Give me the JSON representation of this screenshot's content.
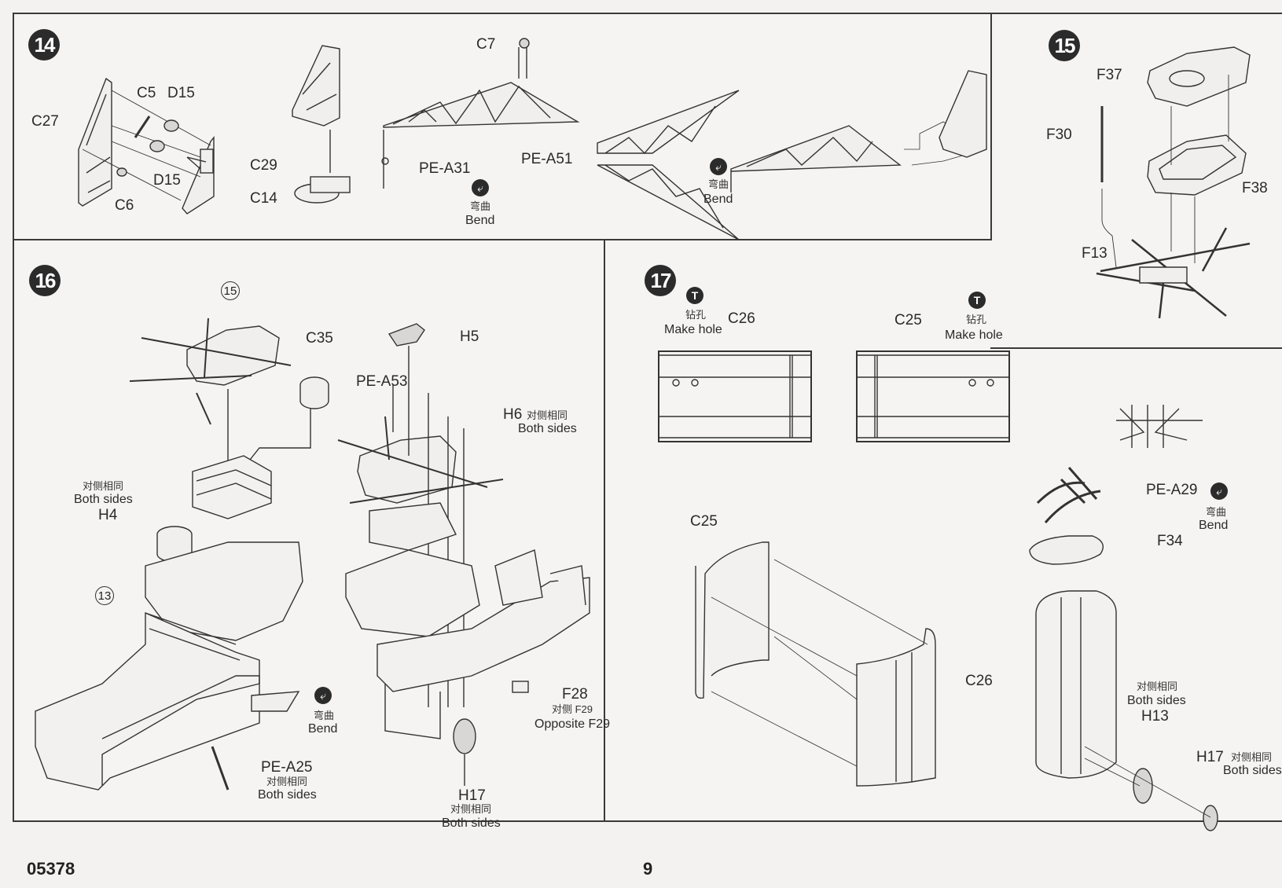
{
  "page": {
    "product_code": "05378",
    "page_number": "9"
  },
  "steps": [
    {
      "number": "14",
      "labels": {
        "c27": "C27",
        "c5": "C5",
        "d15_top": "D15",
        "d15_bottom": "D15",
        "c6": "C6",
        "c29": "C29",
        "c14": "C14",
        "c7": "C7",
        "pe_a31": "PE-A31",
        "pe_a51": "PE-A51"
      },
      "notes": [
        {
          "icon": "bend-icon",
          "cn": "弯曲",
          "en": "Bend"
        },
        {
          "icon": "bend-icon",
          "cn": "弯曲",
          "en": "Bend"
        }
      ]
    },
    {
      "number": "15",
      "labels": {
        "f37": "F37",
        "f30": "F30",
        "f38": "F38",
        "f13": "F13"
      }
    },
    {
      "number": "16",
      "refs": {
        "ref_15": "15",
        "ref_13": "13"
      },
      "labels": {
        "c35": "C35",
        "h4": "H4",
        "h5": "H5",
        "pe_a53": "PE-A53",
        "h6": "H6",
        "f28": "F28",
        "pe_a25": "PE-A25",
        "h17": "H17"
      },
      "notes": {
        "h4_cn": "对侧相同",
        "h4_en": "Both sides",
        "h6_cn": "对侧相同",
        "h6_en": "Both sides",
        "f28_cn": "对侧 F29",
        "f28_en": "Opposite F29",
        "bend_cn": "弯曲",
        "bend_en": "Bend",
        "pe_a25_cn": "对侧相同",
        "pe_a25_en": "Both sides",
        "h17_cn": "对侧相同",
        "h17_en": "Both sides"
      }
    },
    {
      "number": "17",
      "labels": {
        "c26_top": "C26",
        "c25_top": "C25",
        "c25_bottom": "C25",
        "c26_bottom": "C26",
        "pe_a29": "PE-A29",
        "f34": "F34",
        "h13": "H13",
        "h17": "H17"
      },
      "notes": {
        "hole1_cn": "钻孔",
        "hole1_en": "Make hole",
        "hole2_cn": "钻孔",
        "hole2_en": "Make hole",
        "bend_cn": "弯曲",
        "bend_en": "Bend",
        "h13_cn": "对侧相同",
        "h13_en": "Both sides",
        "h17_cn": "对侧相同",
        "h17_en": "Both sides"
      }
    }
  ]
}
